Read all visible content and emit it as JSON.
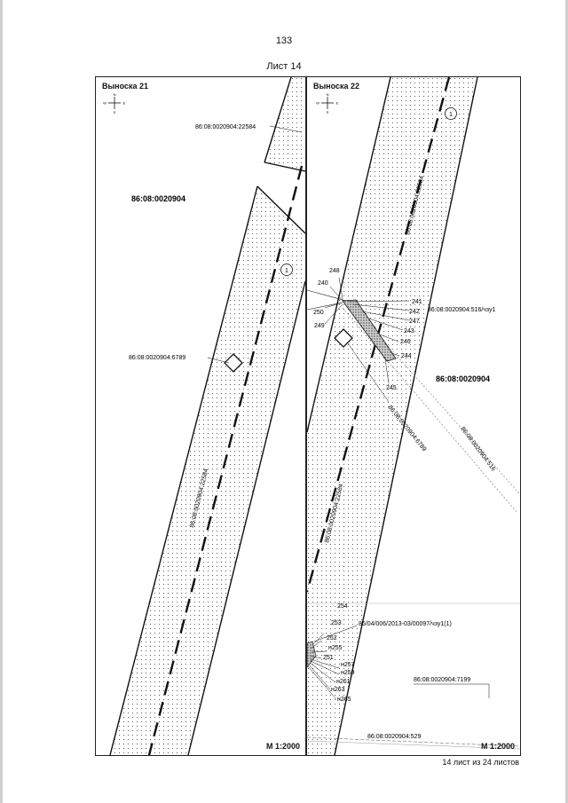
{
  "page_number": "133",
  "sheet_title": "Лист 14",
  "footer": "14 лист из 24 листов",
  "left_panel": {
    "title": "Выноска 21",
    "scale": "М 1:2000",
    "block": "86:08:0020904",
    "labels": {
      "parcel_top": "86:08:0020904:22584",
      "parcel_rot": "86:08:0020904:22584",
      "parcel_6789": "86:08:0020904:6789"
    },
    "circle": "1"
  },
  "right_panel": {
    "title": "Выноска 22",
    "scale": "М 1:2000",
    "block": "86:08:0020904",
    "circle": "1",
    "labels": {
      "rot_22584_top": "86:08:0020904:22584",
      "rot_22584_bottom": "86:08:0020904:22584",
      "rot_6789": "86:08:0020904:6789",
      "rot_516": "86:08:0020904:516",
      "chzu_516": "86:08:0020904:516/чзу1",
      "chzu_2013": "86/04/006/2013-03/00097/чзу1(1)",
      "parcel_7199": "86:08:0020904:7199",
      "parcel_529": "86:08:0020904:529"
    },
    "points": {
      "p248": "248",
      "p240": "240",
      "p250": "250",
      "p249": "249",
      "p241": "241",
      "p242": "242",
      "p247": "247",
      "p243": "243",
      "p246": "246",
      "p244": "244",
      "p245": "245",
      "p254": "254",
      "p253": "253",
      "p252": "252",
      "pn255": "н255",
      "p251": "251",
      "pn257": "н257",
      "pn259": "н259",
      "pn261": "н261",
      "pn263": "н263",
      "pn265": "н265"
    }
  },
  "compass": {
    "n": "N",
    "s": "S",
    "w": "W",
    "e": "E"
  }
}
